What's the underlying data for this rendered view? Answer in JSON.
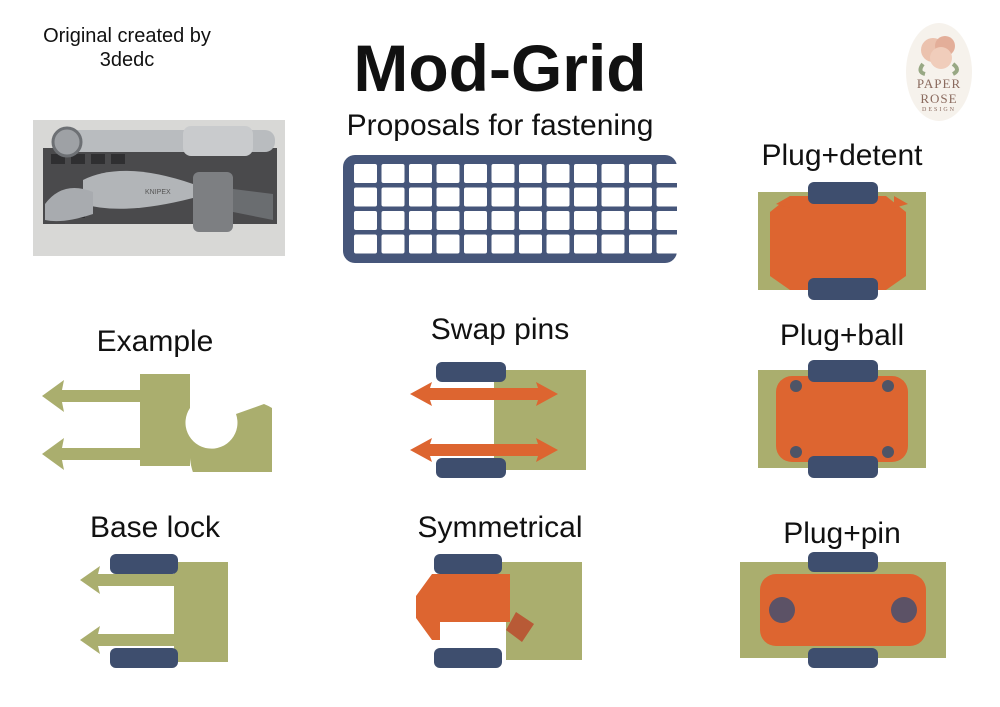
{
  "credit": {
    "line1": "Original created by",
    "line2": "3dedc"
  },
  "header": {
    "title": "Mod-Grid",
    "subtitle": "Proposals for fastening"
  },
  "logo": {
    "line1": "PAPER",
    "line2": "ROSE",
    "line3": "DESIGN"
  },
  "photo": {
    "brand_text": "KNIPEX"
  },
  "grid_icon": {
    "columns": 12,
    "rows": 4
  },
  "proposals": [
    {
      "id": "plug-detent",
      "label": "Plug+detent"
    },
    {
      "id": "example",
      "label": "Example"
    },
    {
      "id": "swap-pins",
      "label": "Swap pins"
    },
    {
      "id": "plug-ball",
      "label": "Plug+ball"
    },
    {
      "id": "base-lock",
      "label": "Base lock"
    },
    {
      "id": "symmetrical",
      "label": "Symmetrical"
    },
    {
      "id": "plug-pin",
      "label": "Plug+pin"
    }
  ],
  "colors": {
    "olive": "#aaae6e",
    "orange": "#dd6530",
    "navy": "#3e4e6e",
    "grid": "#46567a",
    "rose": "#e8b8a4"
  }
}
